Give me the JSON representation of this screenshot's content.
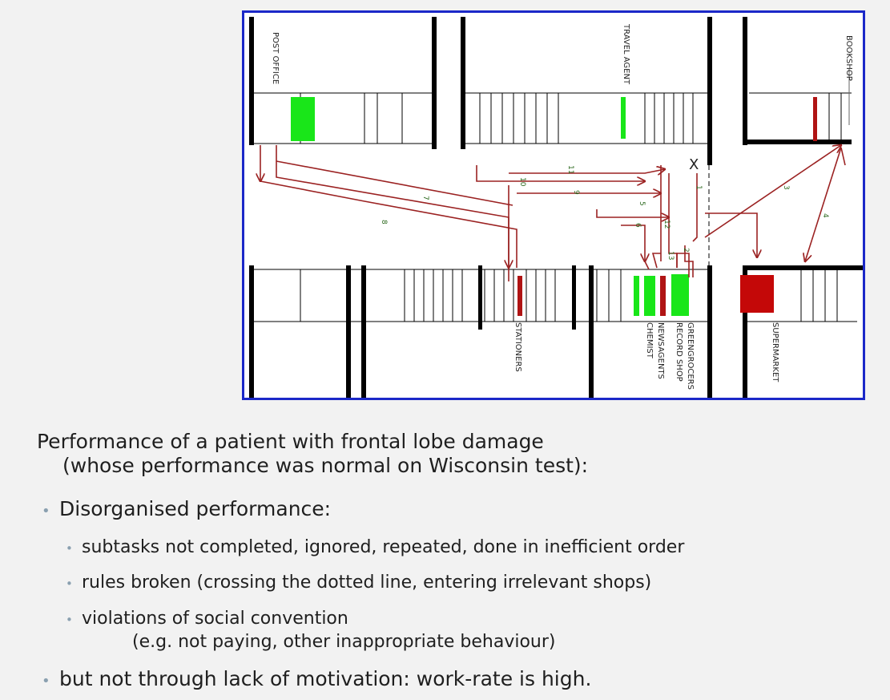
{
  "map": {
    "shops": {
      "post_office": "POST OFFICE",
      "travel_agent": "TRAVEL AGENT",
      "bookshop": "BOOKSHOP",
      "stationers": "STATIONERS",
      "chemist": "CHEMIST",
      "newsagents": "NEWSAGENTS",
      "record_shop": "RECORD SHOP",
      "greengrocers": "GREENGROCERS",
      "supermarket": "SUPERMARKET"
    },
    "route_numbers": [
      "1",
      "2",
      "3",
      "4",
      "5",
      "6",
      "7",
      "8",
      "9",
      "10",
      "11",
      "12",
      "13"
    ],
    "cross_mark": "X",
    "colors": {
      "border": "#1b28c8",
      "route": "#9b2222",
      "visited": "#19e619",
      "entered": "#b01414",
      "walls": "#000000"
    }
  },
  "text": {
    "heading_line1": "Performance of a patient with frontal lobe damage",
    "heading_line2": "(whose performance was normal on Wisconsin test):",
    "bullet1": "Disorganised performance:",
    "sub1": "subtasks not completed,  ignored, repeated, done in inefficient order",
    "sub2": "rules broken (crossing the dotted line, entering irrelevant shops)",
    "sub3_line1": "violations of social convention",
    "sub3_line2": "(e.g. not paying, other inappropriate behaviour)",
    "bullet2": "but not through lack of motivation: work-rate is high."
  }
}
